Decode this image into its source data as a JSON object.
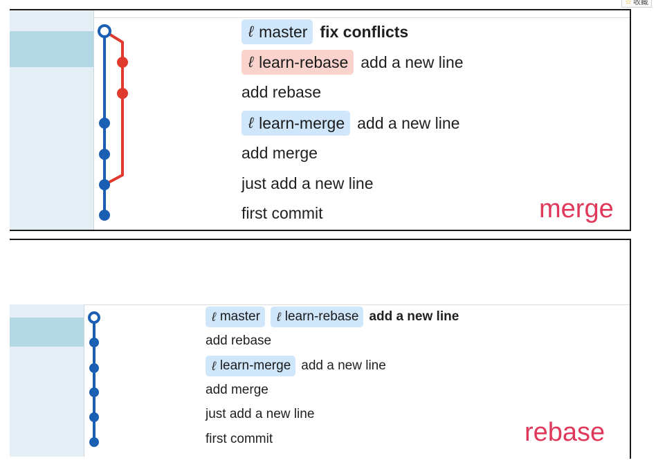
{
  "corner_badge": {
    "icon": "star-icon",
    "label": "收藏"
  },
  "colors": {
    "branch_blue": "#1a5fb4",
    "branch_red": "#e0392d",
    "caption": "#e0385a",
    "tag_blue": "#cfe6fb",
    "tag_red": "#f9d3cc"
  },
  "merge": {
    "caption": "merge",
    "rows": [
      {
        "tags": [
          {
            "label": "master",
            "color": "blue",
            "icon": "branch-icon"
          }
        ],
        "message": "fix conflicts",
        "bold": true
      },
      {
        "tags": [
          {
            "label": "learn-rebase",
            "color": "red",
            "icon": "branch-icon"
          }
        ],
        "message": "add a new line",
        "bold": false
      },
      {
        "tags": [],
        "message": "add rebase",
        "bold": false
      },
      {
        "tags": [
          {
            "label": "learn-merge",
            "color": "blue",
            "icon": "branch-icon"
          }
        ],
        "message": "add a new line",
        "bold": false
      },
      {
        "tags": [],
        "message": "add merge",
        "bold": false
      },
      {
        "tags": [],
        "message": "just add a new line",
        "bold": false
      },
      {
        "tags": [],
        "message": "first commit",
        "bold": false
      }
    ]
  },
  "rebase": {
    "caption": "rebase",
    "rows": [
      {
        "tags": [
          {
            "label": "master",
            "color": "blue",
            "icon": "branch-icon"
          },
          {
            "label": "learn-rebase",
            "color": "blue",
            "icon": "branch-icon"
          }
        ],
        "message": "add a new line",
        "bold": true
      },
      {
        "tags": [],
        "message": "add rebase",
        "bold": false
      },
      {
        "tags": [
          {
            "label": "learn-merge",
            "color": "blue",
            "icon": "branch-icon"
          }
        ],
        "message": "add a new line",
        "bold": false
      },
      {
        "tags": [],
        "message": "add merge",
        "bold": false
      },
      {
        "tags": [],
        "message": "just add a new line",
        "bold": false
      },
      {
        "tags": [],
        "message": "first commit",
        "bold": false
      }
    ]
  }
}
